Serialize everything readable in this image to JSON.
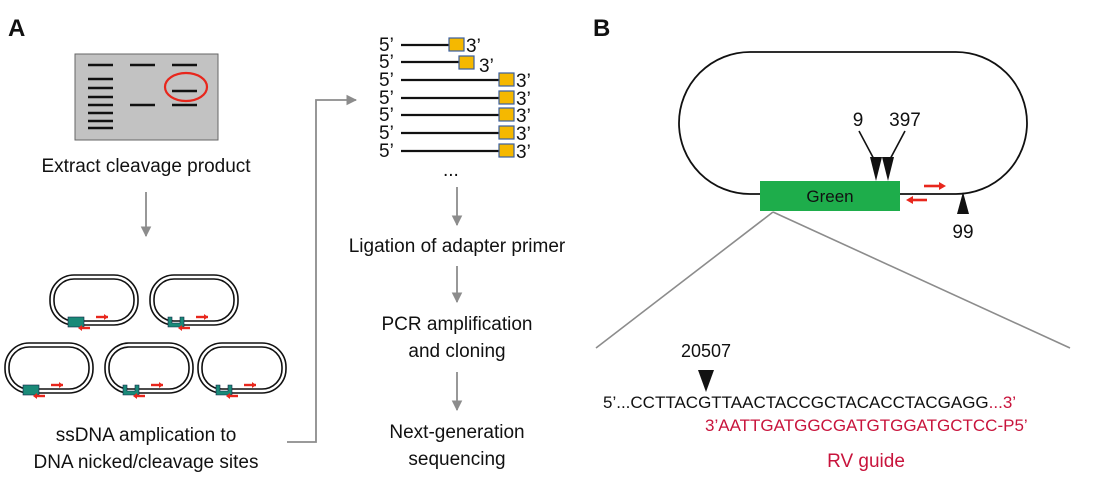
{
  "panel_a": {
    "label": "A",
    "step1": "Extract cleavage product",
    "step2_line1": "ssDNA amplication to",
    "step2_line2": "DNA nicked/cleavage sites",
    "five_prime": "5’",
    "three_prime": "3’",
    "ellipsis": "...",
    "step3": "Ligation of adapter primer",
    "step4_line1": "PCR amplification",
    "step4_line2": "and cloning",
    "step5_line1": "Next-generation",
    "step5_line2": "sequencing"
  },
  "panel_b": {
    "label": "B",
    "green_box": "Green",
    "site_9": "9",
    "site_397": "397",
    "site_99": "99",
    "site_20507": "20507",
    "seq_top_black": "5’...CCTTACGTTAACTACCGCTACACCTACGAGG",
    "seq_top_red": "...3’",
    "seq_bottom": "3’AATTGATGGCGATGTGGATGCTCC-P5’",
    "guide_label": "RV guide"
  },
  "colors": {
    "red_accent": "#e8261c",
    "guide_red": "#c8143c",
    "green_region": "#1ead4b",
    "dark_green": "#1a7a3c",
    "adapter_orange": "#f5b800",
    "adapter_border": "#3a5fa0",
    "arrow_gray": "#8c8c8c",
    "gel_gray": "#c2c2c2"
  }
}
